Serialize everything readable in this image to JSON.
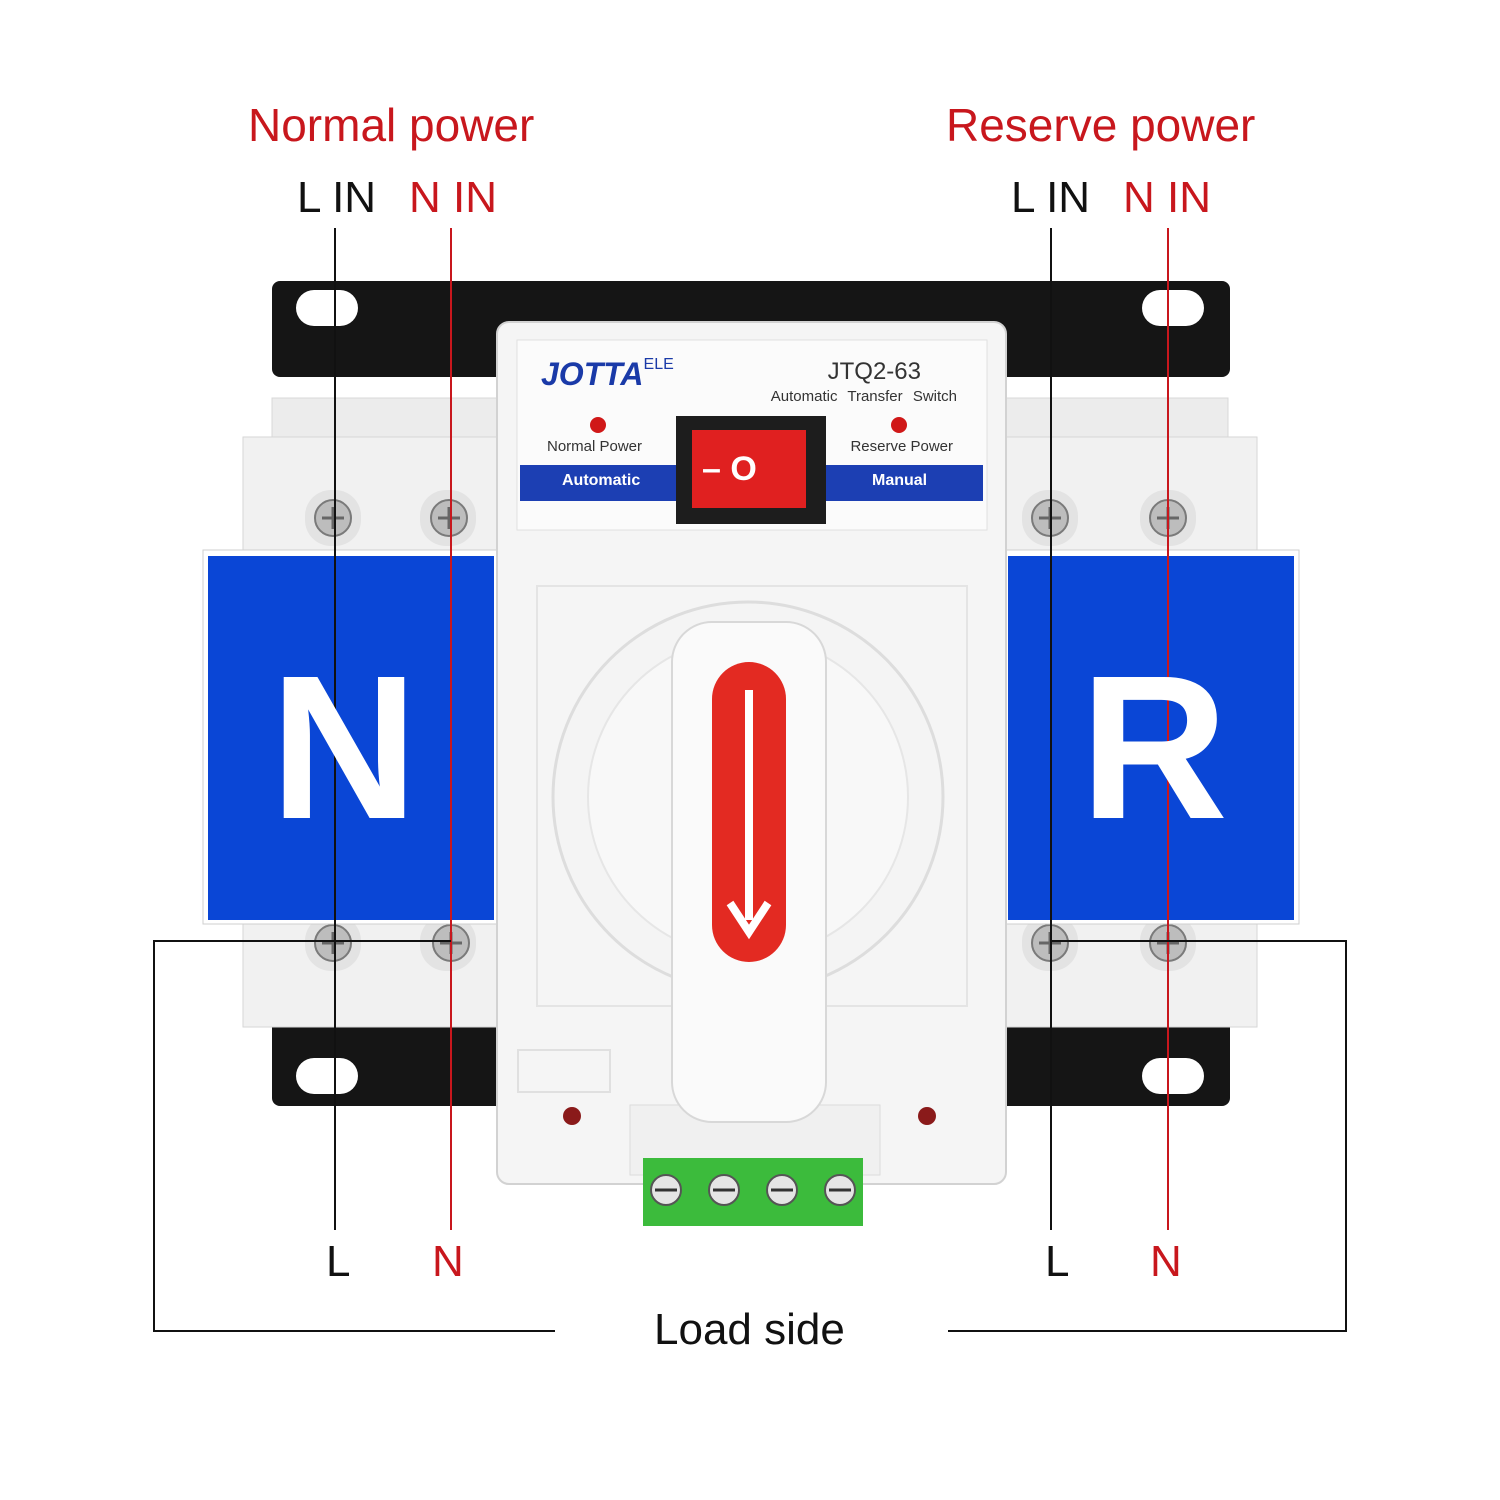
{
  "labels": {
    "normal_power": "Normal power",
    "reserve_power": "Reserve power",
    "left_l_in": "L IN",
    "left_n_in": "N IN",
    "right_l_in": "L IN",
    "right_n_in": "N IN",
    "left_l_out": "L",
    "left_n_out": "N",
    "right_l_out": "L",
    "right_n_out": "N",
    "load_side": "Load side"
  },
  "device": {
    "brand": "JOTTA",
    "brand_suffix": "ELE",
    "model": "JTQ2-63",
    "subtitle": "Automatic  Transfer  Switch",
    "indicator_normal": "Normal Power",
    "indicator_reserve": "Reserve Power",
    "mode_automatic": "Automatic",
    "mode_manual": "Manual",
    "rocker_symbols": "– O",
    "module_left_letter": "N",
    "module_right_letter": "R"
  },
  "colors": {
    "label_red": "#c8171d",
    "label_black": "#111111",
    "module_blue": "#0a46d6",
    "band_blue": "#1c3fb3",
    "rocker_red": "#e02020",
    "terminal_green": "#3cbb3c"
  }
}
